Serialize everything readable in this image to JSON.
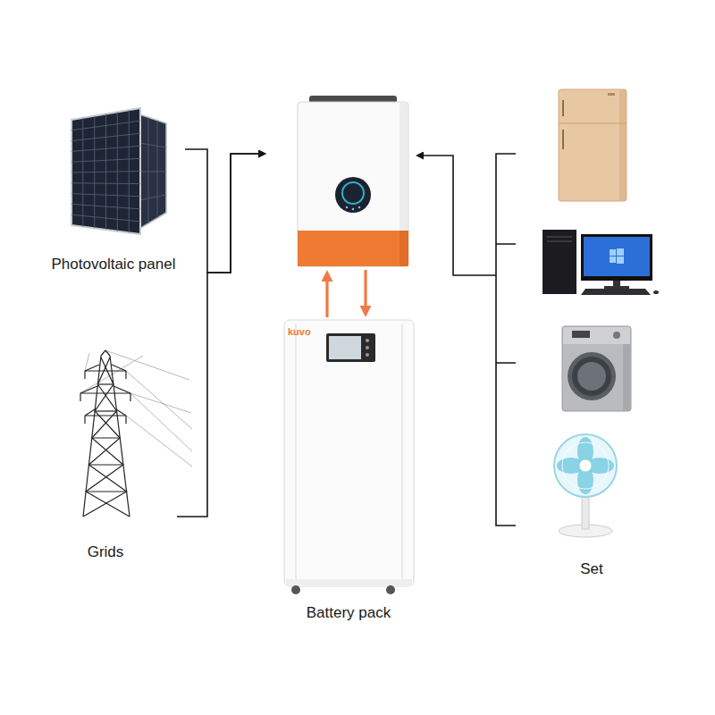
{
  "diagram": {
    "nodes": [
      {
        "text": [
          "Photovoltaic panel"
        ]
      },
      {
        "text": [
          "Grids"
        ]
      },
      {
        "text": []
      },
      {
        "text": [
          "kuvo",
          "Battery pack"
        ]
      },
      {
        "text": [
          "Set"
        ]
      }
    ],
    "edges": [
      {
        "from": 0,
        "to": 2,
        "arrow": "to"
      },
      {
        "from": 1,
        "to": 2,
        "arrow": "to"
      },
      {
        "from": 3,
        "to": 2,
        "arrow": "to"
      },
      {
        "from": 2,
        "to": 3,
        "arrow": "to"
      },
      {
        "from": 4,
        "to": 2,
        "arrow": "to"
      }
    ]
  }
}
